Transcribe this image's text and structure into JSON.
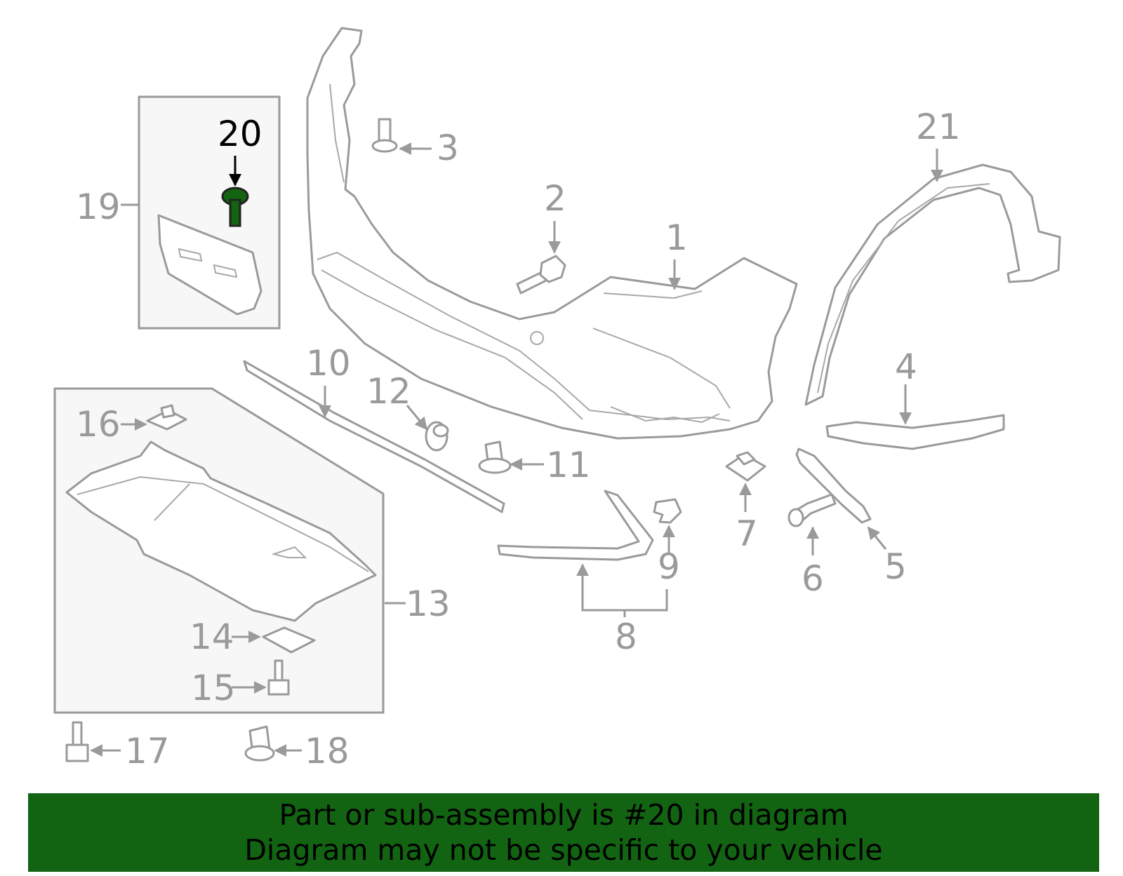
{
  "callouts": {
    "c1": "1",
    "c2": "2",
    "c3": "3",
    "c4": "4",
    "c5": "5",
    "c6": "6",
    "c7": "7",
    "c8": "8",
    "c9": "9",
    "c10": "10",
    "c11": "11",
    "c12": "12",
    "c13": "13",
    "c14": "14",
    "c15": "15",
    "c16": "16",
    "c17": "17",
    "c18": "18",
    "c19": "19",
    "c20": "20",
    "c21": "21"
  },
  "highlight": {
    "part_number": "20",
    "color": "#126412"
  },
  "banner": {
    "line1": "Part or sub-assembly is #20 in diagram",
    "line2": "Diagram may not be specific to your vehicle",
    "background": "#126412"
  },
  "colors": {
    "part_stroke": "#9a9a9a",
    "highlight_text": "#000000"
  }
}
